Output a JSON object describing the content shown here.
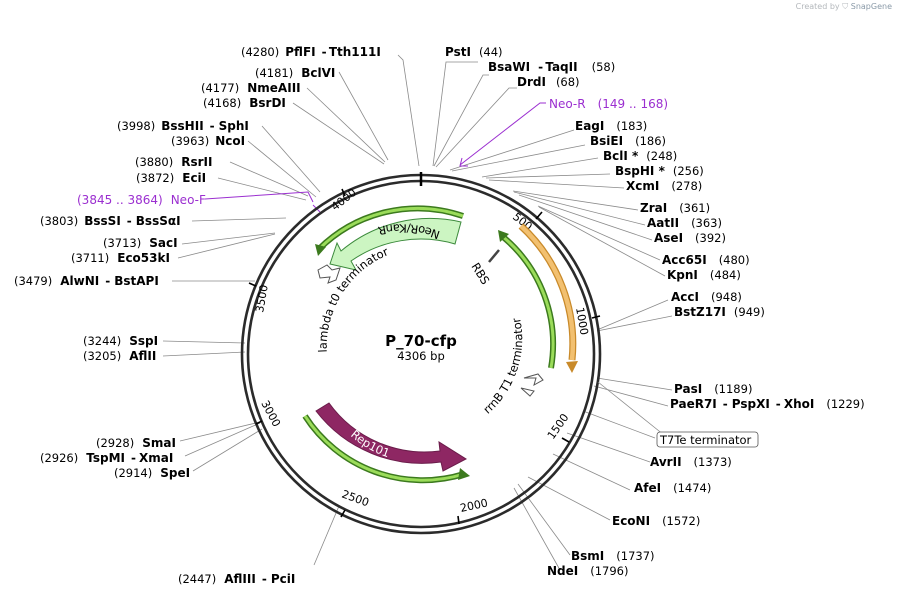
{
  "credit": {
    "prefix": "Created by",
    "brand": "SnapGene"
  },
  "plasmid": {
    "name": "P_70-cfp",
    "length_label": "4306 bp",
    "length": 4306
  },
  "ticks": [
    "500",
    "1000",
    "1500",
    "2000",
    "2500",
    "3000",
    "3500",
    "4000"
  ],
  "enzymes": [
    {
      "name": "PflFI",
      "name2": "Tth111I",
      "pos": "(4280)"
    },
    {
      "name": "BclVI",
      "pos": "(4181)"
    },
    {
      "name": "NmeAIII",
      "pos": "(4177)"
    },
    {
      "name": "BsrDI",
      "pos": "(4168)"
    },
    {
      "name": "BssHII",
      "name2": "SphI",
      "pos": "(3998)"
    },
    {
      "name": "NcoI",
      "pos": "(3963)"
    },
    {
      "name": "RsrII",
      "pos": "(3880)"
    },
    {
      "name": "EciI",
      "pos": "(3872)"
    },
    {
      "name": "BssSI",
      "name2": "BssSαI",
      "pos": "(3803)"
    },
    {
      "name": "SacI",
      "pos": "(3713)"
    },
    {
      "name": "Eco53kI",
      "pos": "(3711)"
    },
    {
      "name": "AlwNI",
      "name2": "BstAPI",
      "pos": "(3479)"
    },
    {
      "name": "SspI",
      "pos": "(3244)"
    },
    {
      "name": "AflII",
      "pos": "(3205)"
    },
    {
      "name": "SmaI",
      "pos": "(2928)"
    },
    {
      "name": "TspMI",
      "name2": "XmaI",
      "pos": "(2926)"
    },
    {
      "name": "SpeI",
      "pos": "(2914)"
    },
    {
      "name": "AflIII",
      "name2": "PciI",
      "pos": "(2447)"
    },
    {
      "name": "PstI",
      "pos": "(44)"
    },
    {
      "name": "BsaWI",
      "name2": "TaqII",
      "pos": "(58)"
    },
    {
      "name": "DrdI",
      "pos": "(68)"
    },
    {
      "name": "EagI",
      "pos": "(183)"
    },
    {
      "name": "BsiEI",
      "pos": "(186)"
    },
    {
      "name": "BclI *",
      "pos": "(248)"
    },
    {
      "name": "BspHI *",
      "pos": "(256)"
    },
    {
      "name": "XcmI",
      "pos": "(278)"
    },
    {
      "name": "ZraI",
      "pos": "(361)"
    },
    {
      "name": "AatII",
      "pos": "(363)"
    },
    {
      "name": "AseI",
      "pos": "(392)"
    },
    {
      "name": "Acc65I",
      "pos": "(480)"
    },
    {
      "name": "KpnI",
      "pos": "(484)"
    },
    {
      "name": "AccI",
      "pos": "(948)"
    },
    {
      "name": "BstZ17I",
      "pos": "(949)"
    },
    {
      "name": "PasI",
      "pos": "(1189)"
    },
    {
      "name": "PaeR7I",
      "name2": "PspXI",
      "name3": "XhoI",
      "pos": "(1229)"
    },
    {
      "name": "AvrII",
      "pos": "(1373)"
    },
    {
      "name": "AfeI",
      "pos": "(1474)"
    },
    {
      "name": "EcoNI",
      "pos": "(1572)"
    },
    {
      "name": "BsmI",
      "pos": "(1737)"
    },
    {
      "name": "NdeI",
      "pos": "(1796)"
    }
  ],
  "primers": [
    {
      "name": "Neo-R",
      "range": "(149 .. 168)"
    },
    {
      "name": "Neo-F",
      "range": "(3845 .. 3864)"
    }
  ],
  "features": {
    "neokan": "NeoR/KanR",
    "rep101": "Rep101",
    "lambda": "lambda t0 terminator",
    "rrnb": "rrnB T1 terminator",
    "rbs": "RBS",
    "t7te": "T7Te terminator"
  },
  "colors": {
    "neokan_fill": "#ccf5c2",
    "rep101_fill": "#8e2763",
    "primer": "#9b2fd0",
    "orange_arc": "#f2a63a",
    "green_arc": "#7fcf3a"
  }
}
